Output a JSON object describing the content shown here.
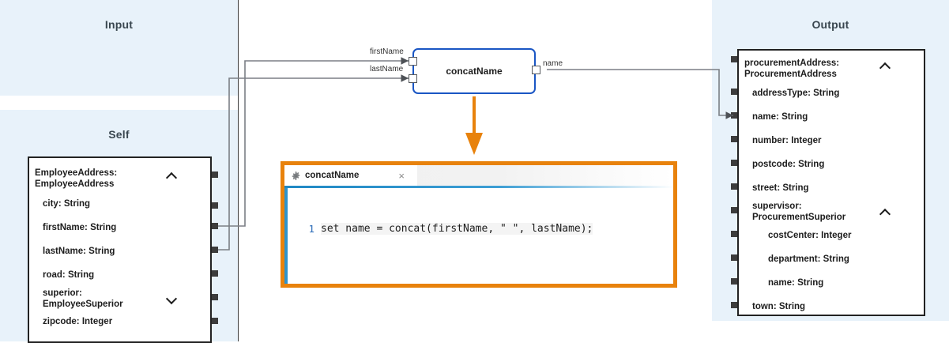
{
  "panels": {
    "input": {
      "title": "Input"
    },
    "self": {
      "title": "Self"
    },
    "output": {
      "title": "Output"
    }
  },
  "self_box": {
    "header": "EmployeeAddress:\nEmployeeAddress",
    "fields": [
      {
        "label": "city: String",
        "indent": 1
      },
      {
        "label": "firstName: String",
        "indent": 1
      },
      {
        "label": "lastName: String",
        "indent": 1
      },
      {
        "label": "road: String",
        "indent": 1
      },
      {
        "label": "superior:\nEmployeeSuperior",
        "indent": 1
      },
      {
        "label": "zipcode: Integer",
        "indent": 1
      }
    ]
  },
  "output_box": {
    "header": "procurementAddress:\nProcurementAddress",
    "fields": [
      {
        "label": "addressType: String",
        "indent": 1
      },
      {
        "label": "name: String",
        "indent": 1
      },
      {
        "label": "number: Integer",
        "indent": 1
      },
      {
        "label": "postcode: String",
        "indent": 1
      },
      {
        "label": "street: String",
        "indent": 1
      },
      {
        "label": "supervisor:\nProcurementSuperior",
        "indent": 1
      },
      {
        "label": "costCenter: Integer",
        "indent": 2
      },
      {
        "label": "department: String",
        "indent": 2
      },
      {
        "label": "name: String",
        "indent": 2
      },
      {
        "label": "town: String",
        "indent": 1
      }
    ]
  },
  "node": {
    "label": "concatName",
    "inputs": [
      "firstName",
      "lastName"
    ],
    "outputs": [
      "name"
    ]
  },
  "editor": {
    "tab_title": "concatName",
    "close_label": "×",
    "line_number": "1",
    "code": "set name = concat(firstName, \" \", lastName);"
  },
  "colors": {
    "panel_bg": "#e8f2fa",
    "node_border": "#1a56c4",
    "editor_highlight": "#e8820c",
    "editor_accent": "#2e93cc",
    "wire": "#7b7f85",
    "port": "#3c3c3c"
  }
}
